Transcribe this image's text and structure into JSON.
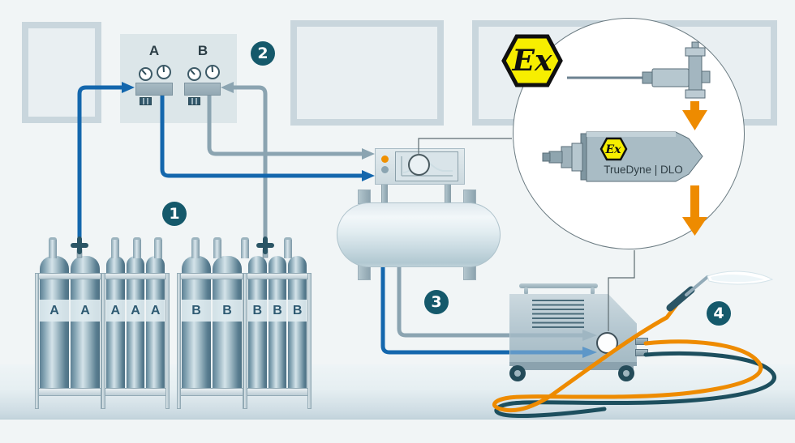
{
  "badges": {
    "step1": "1",
    "step2": "2",
    "step3": "3",
    "step4": "4"
  },
  "regulators": {
    "label_a": "A",
    "label_b": "B"
  },
  "cylinder_groups": {
    "a": {
      "racks": [
        {
          "cylinders": [
            "A",
            "A"
          ]
        },
        {
          "cylinders": [
            "A",
            "A",
            "A"
          ]
        }
      ]
    },
    "b": {
      "racks": [
        {
          "cylinders": [
            "B",
            "B"
          ]
        },
        {
          "cylinders": [
            "B",
            "B",
            "B"
          ]
        }
      ]
    }
  },
  "inset": {
    "atex_mark": "Ex",
    "sensor_atex_mark": "Ex",
    "sensor_label": "TrueDyne | DLO"
  },
  "colors": {
    "gas_a_pipe_blue": "#1467ad",
    "gas_b_pipe_gray": "#8ba4b1",
    "badge_teal": "#15596b",
    "hose_orange": "#ee8b00",
    "hose_dark_teal": "#1d4f5e",
    "atex_yellow": "#f7ee00",
    "led_active_orange": "#f09000",
    "led_idle_gray": "#8ba4b1"
  }
}
